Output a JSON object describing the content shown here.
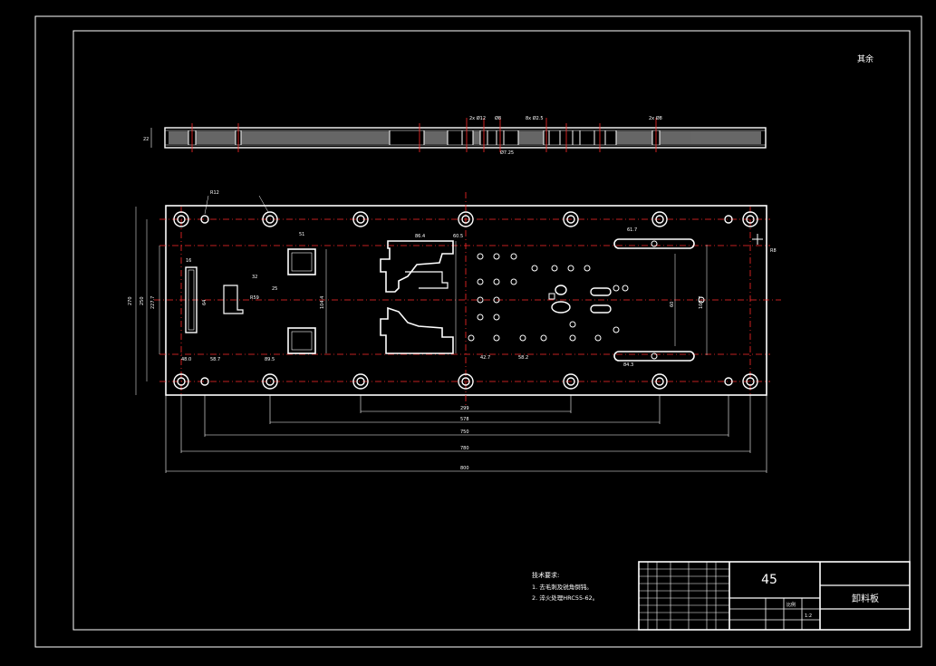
{
  "drawing": {
    "corner_note": "其余",
    "tech_req": {
      "heading": "技术要求:",
      "item1": "1. 去毛刺及锐角倒钝。",
      "item2": "2. 淬火处理HRC55-62。"
    },
    "title_block": {
      "material": "45",
      "part_name": "卸料板",
      "scale_label": "比例",
      "scale": "1:2"
    },
    "dims": {
      "overall_len": "800",
      "len_780": "780",
      "len_750": "750",
      "len_578": "578",
      "len_299": "299",
      "height_270": "270",
      "height_250": "250",
      "height_227": "227.7",
      "mid_104": "104.4",
      "d60": "60",
      "d16": "16",
      "d64": "64",
      "d58": "58.7",
      "d89": "89.5",
      "d48": "48.0",
      "d51": "51",
      "d32": "32",
      "d25": "25",
      "d86": "86.4",
      "d60b": "60.5",
      "d61": "61.7",
      "d103": "103.7",
      "d42": "42.7",
      "d582": "58.2",
      "d84": "84.3",
      "thk": "22",
      "r12": "R12",
      "r8": "R8",
      "r59": "R59"
    }
  }
}
